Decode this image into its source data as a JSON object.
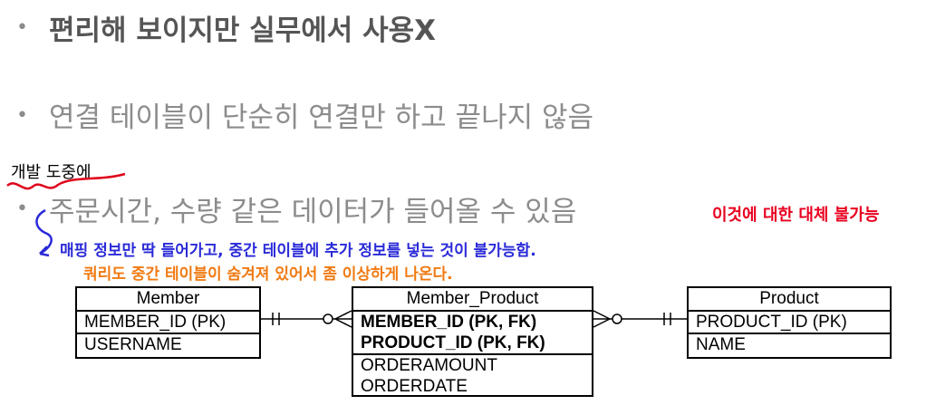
{
  "bullets": {
    "b1": "편리해 보이지만 실무에서 사용X",
    "b2": "연결 테이블이 단순히 연결만 하고 끝나지 않음",
    "b3": "주문시간, 수량 같은 데이터가 들어올 수 있음"
  },
  "notes": {
    "dev": "개발 도중에",
    "no_alternative": "이것에 대한 대체 불가능",
    "mapping": "매핑 정보만 딱 들어가고, 중간 테이블에 추가 정보를 넣는 것이 불가능함.",
    "query": "쿼리도 중간 테이블이 숨겨져 있어서 좀 이상하게 나온다."
  },
  "erd": {
    "member": {
      "title": "Member",
      "keys": [
        "MEMBER_ID (PK)"
      ],
      "attrs": [
        "USERNAME"
      ]
    },
    "member_product": {
      "title": "Member_Product",
      "keys": [
        "MEMBER_ID (PK, FK)",
        "PRODUCT_ID (PK, FK)"
      ],
      "attrs": [
        "ORDERAMOUNT",
        "ORDERDATE"
      ]
    },
    "product": {
      "title": "Product",
      "keys": [
        "PRODUCT_ID (PK)"
      ],
      "attrs": [
        "NAME"
      ]
    }
  }
}
